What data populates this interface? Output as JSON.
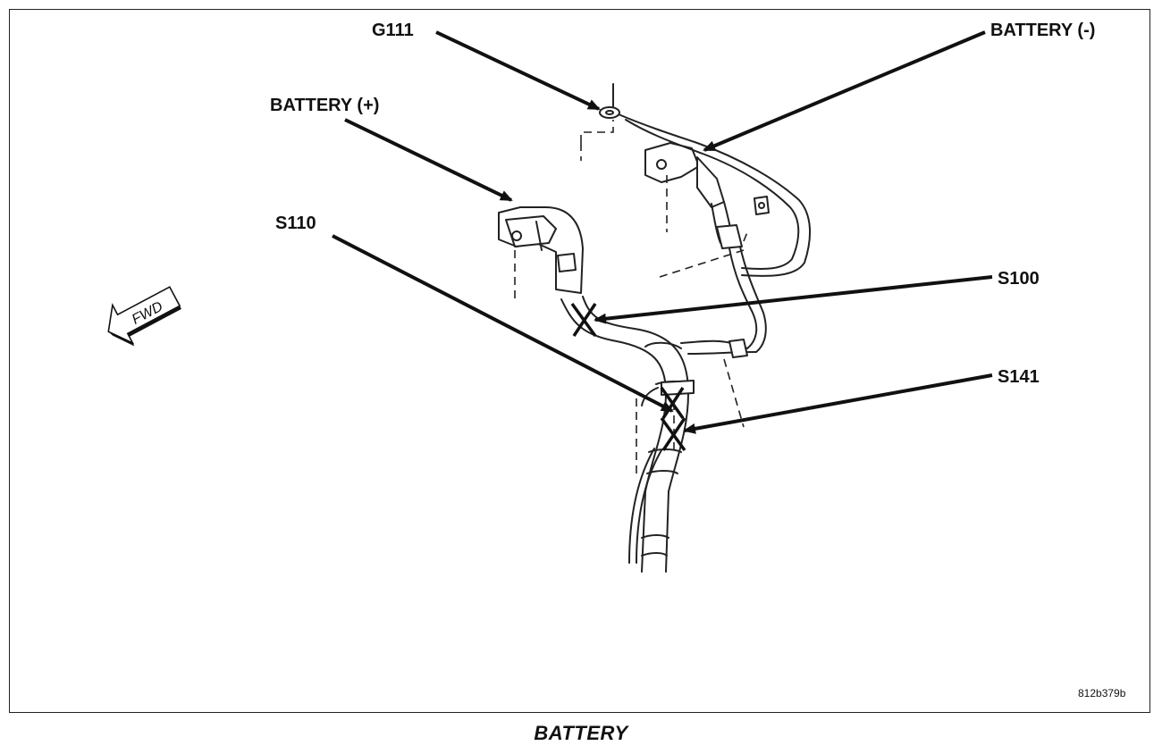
{
  "diagram": {
    "labels": {
      "g111": "G111",
      "battery_neg": "BATTERY (-)",
      "battery_pos": "BATTERY (+)",
      "s110": "S110",
      "s100": "S100",
      "s141": "S141"
    },
    "fwd_label": "FWD",
    "reference_code": "812b379b"
  },
  "caption": "BATTERY"
}
